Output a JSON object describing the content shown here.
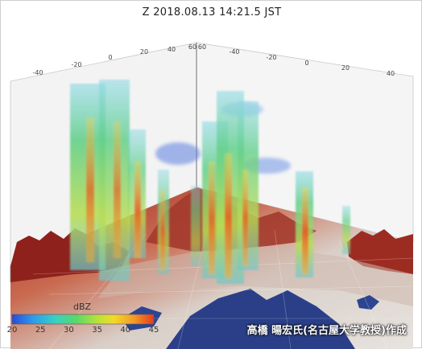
{
  "title": "Z  2018.08.13   14:21.5 JST",
  "credit": "高橋 暘宏氏(名古屋大学教授)作成",
  "colorbar": {
    "label": "dBZ",
    "ticks": [
      "20",
      "25",
      "30",
      "35",
      "40",
      "45"
    ],
    "colors": [
      "#2a4bd8",
      "#2f9bea",
      "#37d0c6",
      "#58d86a",
      "#b7e23a",
      "#f2d92a",
      "#f39a26",
      "#e83a1e"
    ]
  },
  "back_axis_ticks": [
    "-40",
    "-20",
    "0",
    "20",
    "40",
    "60",
    "60",
    "-40",
    "-20",
    "0",
    "20",
    "40"
  ],
  "side_axis_ticks": [
    "20",
    "0",
    "-20",
    "-40"
  ],
  "front_axis_ticks": [
    "-20",
    "0",
    "20",
    "40"
  ],
  "colors": {
    "terrain_low": "#d8d2cc",
    "terrain_high": "#8b1f1a",
    "water": "#2a3f88"
  }
}
